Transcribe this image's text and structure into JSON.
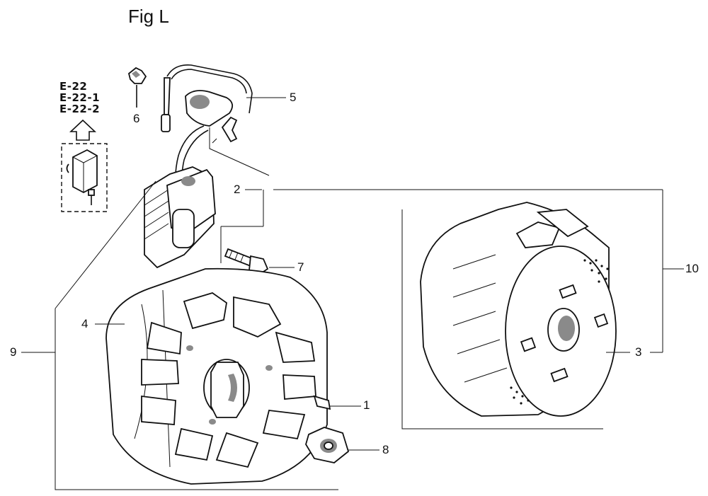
{
  "figure": {
    "title": "Fig L"
  },
  "reference": {
    "codes": [
      "E-22",
      "E-22-1",
      "E-22-2"
    ]
  },
  "callouts": [
    "1",
    "2",
    "3",
    "4",
    "5",
    "6",
    "7",
    "8",
    "9",
    "10"
  ],
  "icons": {
    "arrow": "up-arrow-icon"
  }
}
